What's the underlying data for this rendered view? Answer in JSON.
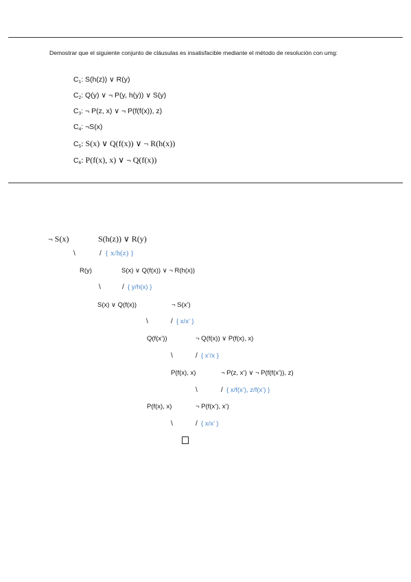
{
  "problem": {
    "statement": "Demostrar que el siguiente conjunto de cláusulas es insatisfacible mediante el método de resolución con umg:",
    "clauses": [
      {
        "id": "C",
        "num": "1",
        "text": ": S(h(z)) ∨ R(y)"
      },
      {
        "id": "C",
        "num": "2",
        "text": ": Q(y) ∨ ¬ P(y, h(y)) ∨ S(y)"
      },
      {
        "id": "C",
        "num": "3",
        "text": ": ¬ P(z, x) ∨ ¬ P(f(f(x)), z)"
      },
      {
        "id": "C",
        "num": "4",
        "text": ": ¬S(x)"
      },
      {
        "id": "C",
        "num": "5",
        "text": ": S(x) ∨ Q(f(x)) ∨ ¬ R(h(x))"
      },
      {
        "id": "C",
        "num": "6",
        "text": ": P(f(x), x) ∨ ¬ Q(f(x))"
      }
    ]
  },
  "resolution": {
    "steps": [
      {
        "left": "¬ S(x)",
        "right": "S(h(z)) ∨ R(y)",
        "subst": "{ x/h(z) }"
      },
      {
        "left": "R(y)",
        "right": "S(x) ∨ Q(f(x)) ∨ ¬ R(h(x))",
        "subst": "{ y/h(x) }"
      },
      {
        "left": "S(x) ∨ Q(f(x))",
        "right": "¬ S(x’)",
        "subst": "{ x/x’ }"
      },
      {
        "left": "Q(f(x’))",
        "right": "¬ Q(f(x)) ∨ P(f(x), x)",
        "subst": "{ x’/x }"
      },
      {
        "left": "P(f(x), x)",
        "right": "¬ P(z, x’) ∨ ¬ P(f(f(x’)), z)",
        "subst": "{ x/f(x’), z/f(x’) }"
      },
      {
        "left": "P(f(x), x)",
        "right": "¬ P(f(x’), x’)",
        "subst": "{ x/x’ }"
      }
    ],
    "backslash": "\\",
    "slash": "/"
  }
}
